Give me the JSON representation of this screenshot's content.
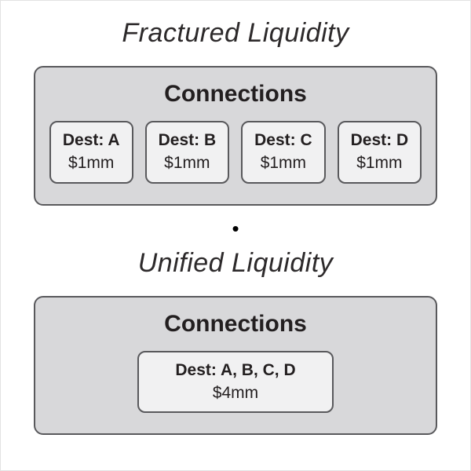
{
  "fractured": {
    "title": "Fractured Liquidity",
    "panel_title": "Connections",
    "nodes": [
      {
        "dest": "Dest: A",
        "amount": "$1mm"
      },
      {
        "dest": "Dest: B",
        "amount": "$1mm"
      },
      {
        "dest": "Dest: C",
        "amount": "$1mm"
      },
      {
        "dest": "Dest: D",
        "amount": "$1mm"
      }
    ]
  },
  "separator": "•",
  "unified": {
    "title": "Unified Liquidity",
    "panel_title": "Connections",
    "nodes": [
      {
        "dest": "Dest: A, B, C, D",
        "amount": "$4mm"
      }
    ]
  },
  "colors": {
    "panel_background": "#d8d8da",
    "panel_border": "#59595c",
    "node_background": "#f1f1f2",
    "node_border": "#59595c",
    "text": "#231f20"
  }
}
